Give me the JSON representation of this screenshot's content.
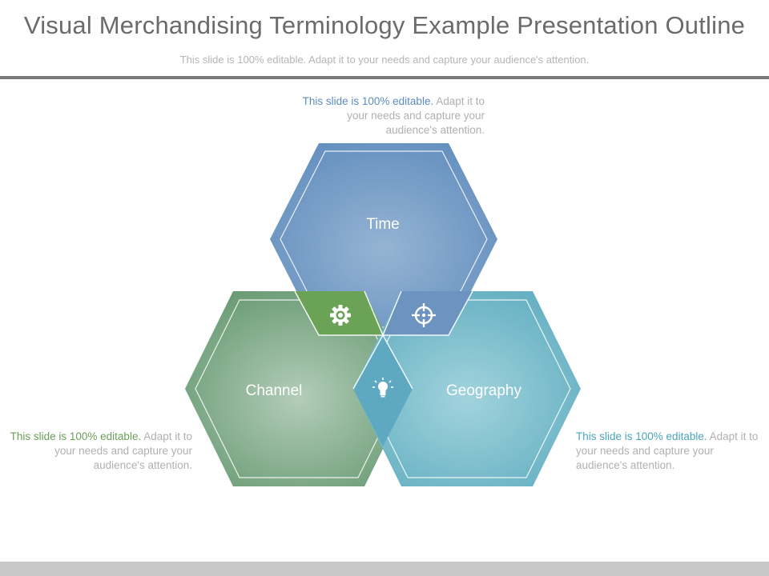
{
  "slide": {
    "title": "Visual Merchandising Terminology Example Presentation Outline",
    "subtitle": "This slide is 100% editable. Adapt it to your needs and capture your audience's attention."
  },
  "segments": [
    {
      "label": "Time",
      "color": "#6b93bf",
      "note_lead": "This slide is 100% editable.",
      "note_rest": " Adapt it to your needs and capture your audience's attention."
    },
    {
      "label": "Channel",
      "color": "#6f9f79",
      "note_lead": "This slide is 100% editable.",
      "note_rest": " Adapt it to your needs and capture your audience's attention."
    },
    {
      "label": "Geography",
      "color": "#6bb3c4",
      "note_lead": "This slide is 100% editable.",
      "note_rest": " Adapt it to your needs and capture your audience's attention."
    }
  ],
  "overlap_icons": [
    "gear-icon",
    "crosshair-icon",
    "lightbulb-icon"
  ],
  "colors": {
    "blue": "#6b93bf",
    "green": "#6f9f79",
    "teal": "#6bb3c4",
    "note_lead_blue": "#5d8cc0",
    "note_lead_green": "#6a9f58",
    "note_lead_teal": "#4aa5bd",
    "icon_green": "#69a252",
    "icon_blue": "#6f95c2",
    "icon_teal": "#5aa7c1"
  }
}
